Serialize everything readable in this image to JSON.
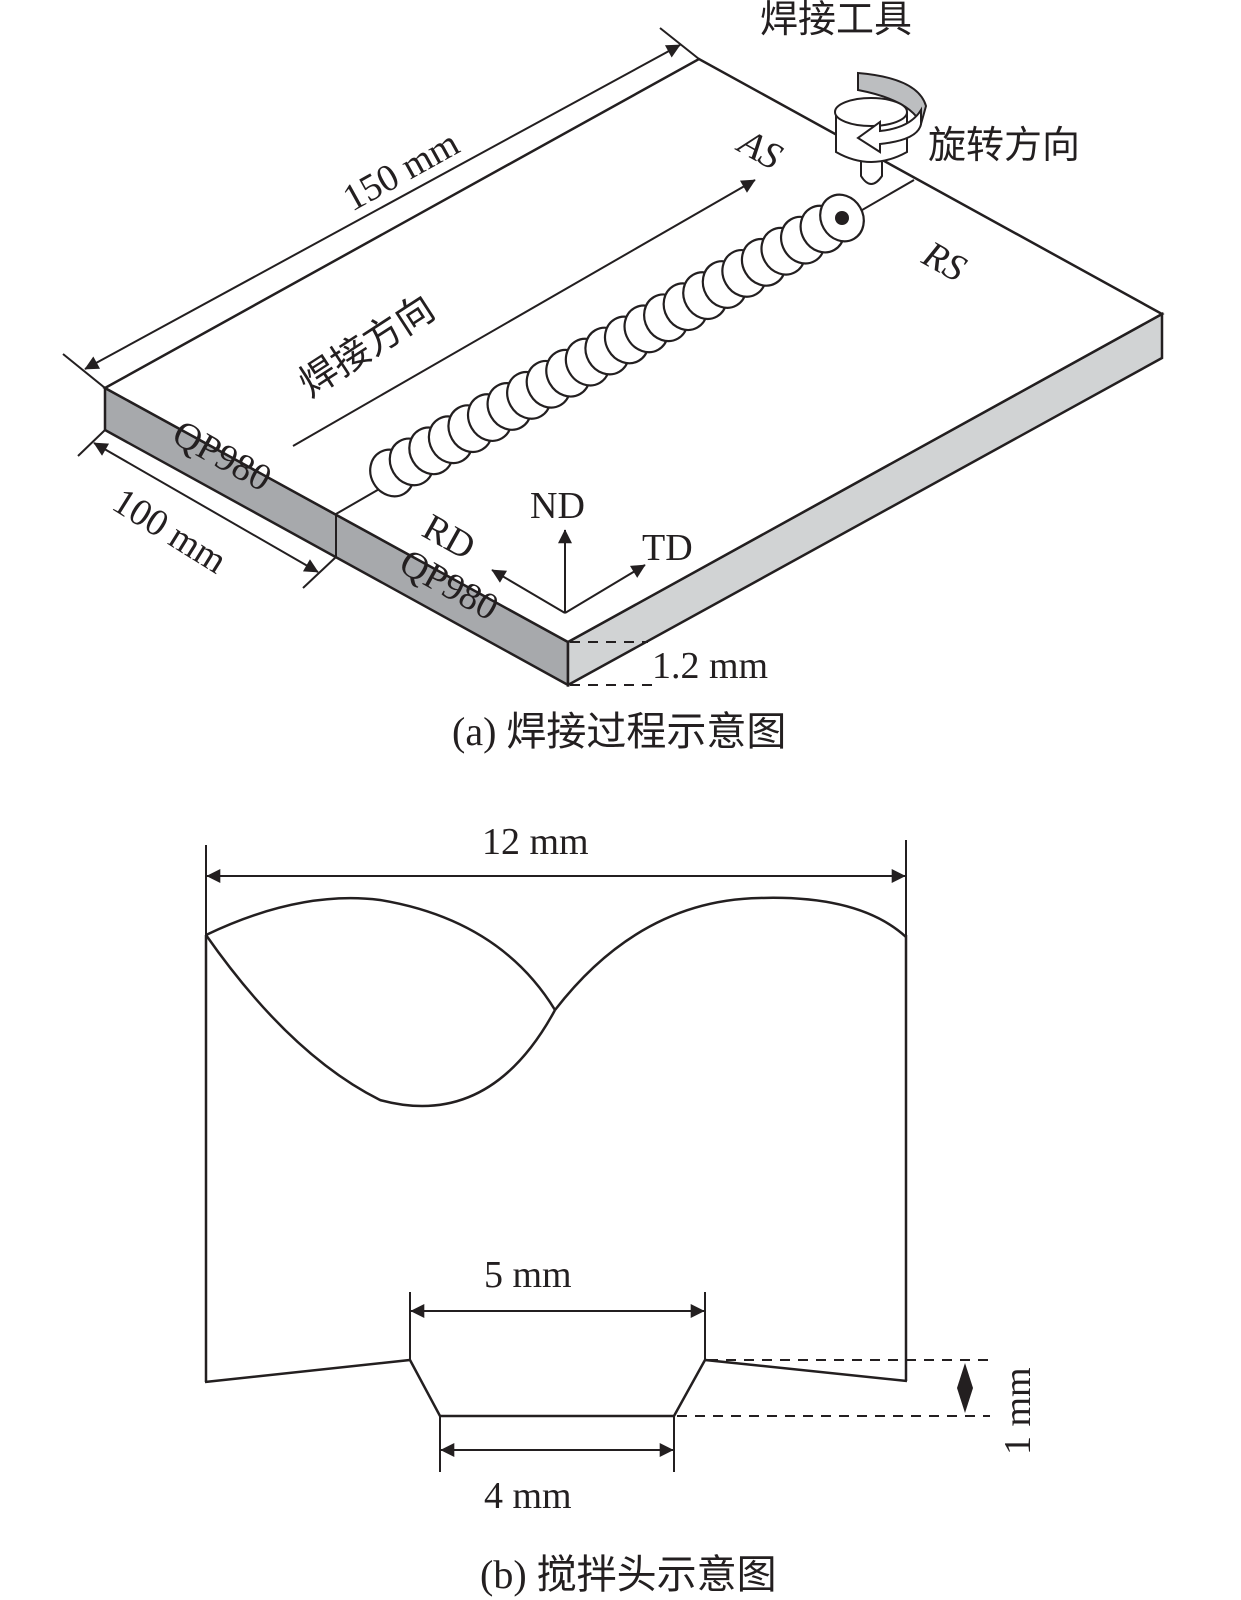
{
  "panel_a": {
    "caption": "(a) 焊接过程示意图",
    "tool_label": "焊接工具",
    "rotation_label": "旋转方向",
    "advancing_side": "AS",
    "retreating_side": "RS",
    "weld_direction_label": "焊接方向",
    "length_dim": "150 mm",
    "width_dim": "100 mm",
    "thickness_dim": "1.2 mm",
    "material_left": "QP980",
    "material_right": "QP980",
    "axes": {
      "normal": "ND",
      "rolling": "RD",
      "transverse": "TD"
    },
    "bead_count": 24,
    "colors": {
      "left_face": "#a7a9ac",
      "right_face": "#d1d3d4",
      "rotation_arrow": "#bcbec0",
      "line": "#231f20"
    }
  },
  "panel_b": {
    "caption": "(b) 搅拌头示意图",
    "shoulder_dim": "12 mm",
    "pin_top_dim": "5 mm",
    "pin_bottom_dim": "4 mm",
    "pin_length_dim": "1 mm"
  }
}
